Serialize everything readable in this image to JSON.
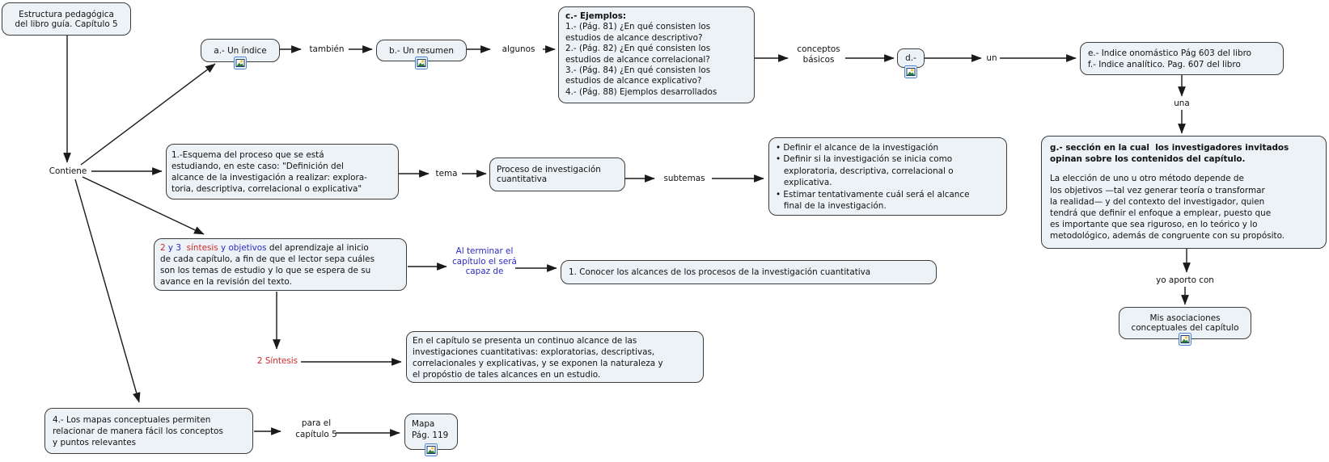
{
  "map_title": "Estructura pedagógica del libro guía. Capítulo 5",
  "colors": {
    "node_fill": "#edf2f6",
    "node_border": "#3c3c3c",
    "arrow": "#1a1a1a",
    "emphasis_red": "#cc2a2a",
    "emphasis_blue": "#2b2bc4",
    "icon_border": "#4d82cc"
  },
  "nodes": {
    "root": {
      "text": "Estructura pedagógica\ndel libro guía. Capítulo 5"
    },
    "a_indice": {
      "text": "a.- Un índice"
    },
    "b_resumen": {
      "text": "b.- Un resumen"
    },
    "c_ejemplos": {
      "title": "c.- Ejemplos:",
      "body": "1.- (Pág. 81) ¿En qué consisten los\nestudios de alcance descriptivo?\n2.- (Pág. 82) ¿En qué consisten los\nestudios de alcance correlacional?\n3.- (Pág. 84) ¿En qué consisten los\nestudios de alcance explicativo?\n4.- (Pág. 88) Ejemplos desarrollados"
    },
    "d": {
      "text": "d.-"
    },
    "ef_indices": {
      "body": "e.- Indice onomástico Pág 603 del libro\nf.- Indice analítico. Pag. 607 del libro"
    },
    "g_seccion": {
      "title": "g.- sección en la cual  los investigadores invitados\nopinan sobre los contenidos del capítulo.",
      "body": "La elección de uno u otro método depende de\nlos objetivos —tal vez generar teoría o transformar\nla realidad— y del contexto del investigador, quien\ntendrá que definir el enfoque a emplear, puesto que\nes importante que sea riguroso, en lo teórico y lo\nmetodológico, además de congruente con su propósito."
    },
    "mis_asociaciones": {
      "text": "Mis asociaciones\nconceptuales del capítulo"
    },
    "esquema1": {
      "body": "1.-Esquema del proceso que se está\nestudiando, en este caso: \"Definición del\nalcance de la investigación a realizar: explora-\ntoria, descriptiva, correlacional o explicativa\""
    },
    "proceso": {
      "text": "Proceso de investigación\ncuantitativa"
    },
    "subtemas_list": {
      "body": "• Definir el alcance de la investigación\n• Definir si la investigación se inicia como\n   exploratoria, descriptiva, correlacional o\n   explicativa.\n• Estimar tentativamente cuál será el alcance\n   final de la investigación."
    },
    "obj23": {
      "segments": {
        "s1": "2",
        "s2": " y 3",
        "s3": "  ",
        "s4": "síntesis",
        "s5": " y objetivos",
        "s6": " del aprendizaje al inicio\nde cada capítulo, a fin de que el lector sepa cuáles\nson los temas de estudio y lo que se espera de su\navance en la revisión del texto."
      }
    },
    "conocer": {
      "text": "1. Conocer los alcances de los procesos de la investigación cuantitativa"
    },
    "sintesis_box": {
      "body": "En el capítulo se presenta un continuo alcance de las\ninvestigaciones cuantitativas: exploratorias, descriptivas,\ncorrelacionales y explicativas, y se exponen la naturaleza y\nel propóstio de tales alcances en un estudio."
    },
    "mapas4": {
      "body": "4.- Los mapas conceptuales permiten\nrelacionar de manera fácil los conceptos\ny puntos relevantes"
    },
    "mapa_pag": {
      "body": "Mapa\nPág. 119"
    }
  },
  "links": {
    "contiene": "Contiene",
    "tambien": "también",
    "algunos": "algunos",
    "conceptos": "conceptos\nbásicos",
    "un": "un",
    "una": "una",
    "yo_aporto": "yo aporto con",
    "tema": "tema",
    "subtemas": "subtemas",
    "al_terminar": "Al terminar el\ncapítulo el será\ncapaz de",
    "sintesis2": "2 Síntesis",
    "para_el": "para el\ncapítulo 5"
  },
  "icons": {
    "resource": "image-resource-icon"
  }
}
